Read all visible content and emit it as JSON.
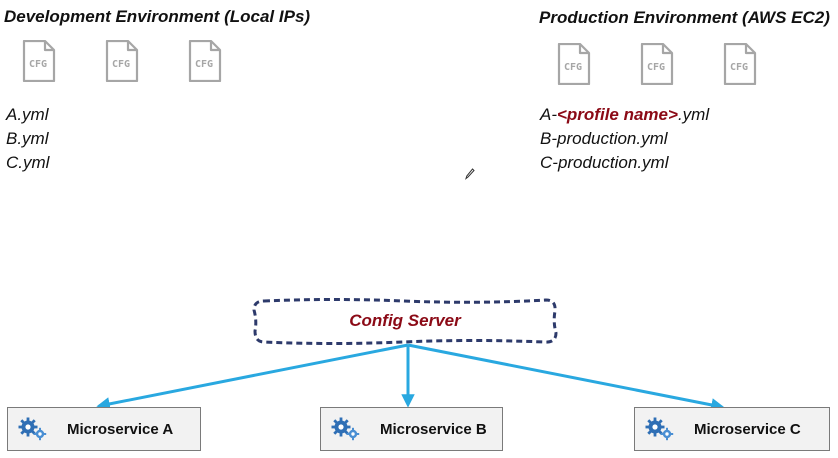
{
  "dev": {
    "title": "Development Environment (Local IPs)",
    "file_icon_label": "CFG",
    "files": [
      "A.yml",
      "B.yml",
      "C.yml"
    ]
  },
  "prod": {
    "title": "Production Environment (AWS EC2)",
    "file_icon_label": "CFG",
    "files": [
      {
        "prefix": "A-",
        "highlight": "<profile name>",
        "suffix": ".yml"
      },
      "B-production.yml",
      "C-production.yml"
    ]
  },
  "config_server": {
    "label": "Config Server"
  },
  "microservices": [
    "Microservice A",
    "Microservice B",
    "Microservice C"
  ],
  "icons": {
    "file": "config-file-icon",
    "service": "gears-icon",
    "cursor": "pencil-cursor-icon"
  },
  "colors": {
    "highlight": "#8b0a16",
    "arrow": "#29a8e0",
    "dashed_border": "#2d3a6b",
    "file_icon": "#a6a6a6",
    "service_box_bg": "#f2f2f2",
    "gear": "#2f6fb5"
  }
}
